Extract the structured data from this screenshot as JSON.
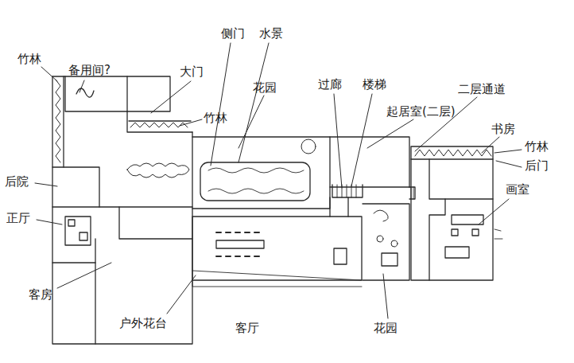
{
  "diagram": {
    "labels": [
      "竹林",
      "备用间?",
      "侧门",
      "水景",
      "花园",
      "大门",
      "竹林",
      "过廊",
      "楼梯",
      "起居室(二层)",
      "二层通道",
      "书房",
      "竹林",
      "后门",
      "画室",
      "后院",
      "正厅",
      "客房",
      "户外花台",
      "客厅",
      "花园"
    ]
  }
}
